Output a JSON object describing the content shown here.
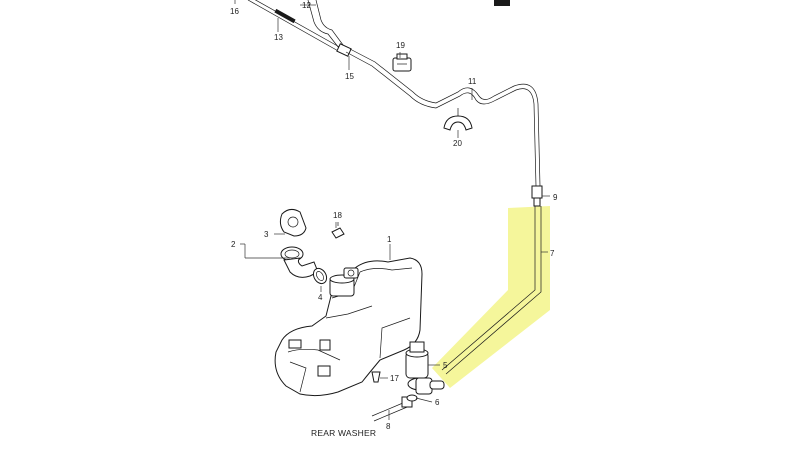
{
  "diagram": {
    "highlight_color": "#f3f58a",
    "line_color": "#1a1a1a",
    "callouts": {
      "c1": "1",
      "c2": "2",
      "c3": "3",
      "c4": "4",
      "c5": "5",
      "c6": "6",
      "c7": "7",
      "c8": "8",
      "c9": "9",
      "c11": "11",
      "c12": "12",
      "c13": "13",
      "c15": "15",
      "c16": "16",
      "c17": "17",
      "c18": "18",
      "c19": "19",
      "c20": "20"
    },
    "captions": {
      "rear_washer": "REAR WASHER"
    }
  }
}
